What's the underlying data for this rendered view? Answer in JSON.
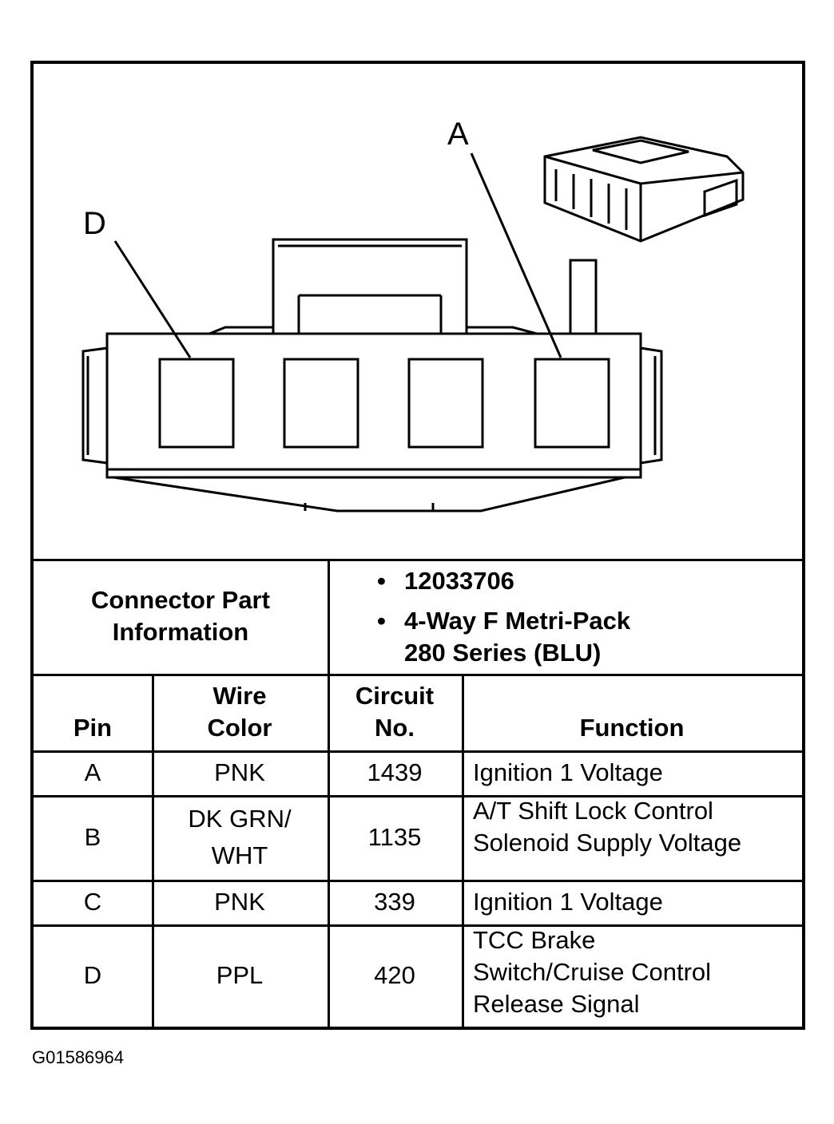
{
  "diagram": {
    "pin_labels": {
      "a": "A",
      "d": "D"
    }
  },
  "connector_info": {
    "label": "Connector Part Information",
    "label_line1": "Connector Part",
    "label_line2": "Information",
    "part_number": "12033706",
    "description_line1": "4-Way F Metri-Pack",
    "description_line2": "280 Series (BLU)"
  },
  "table": {
    "headers": {
      "pin": "Pin",
      "wire_color_line1": "Wire",
      "wire_color_line2": "Color",
      "circuit_line1": "Circuit",
      "circuit_line2": "No.",
      "function": "Function"
    },
    "rows": [
      {
        "pin": "A",
        "wire_color": [
          "PNK"
        ],
        "circuit": "1439",
        "function": [
          "Ignition 1 Voltage"
        ]
      },
      {
        "pin": "B",
        "wire_color": [
          "DK GRN/",
          "WHT"
        ],
        "circuit": "1135",
        "function": [
          "A/T Shift Lock Control",
          "Solenoid Supply Voltage"
        ]
      },
      {
        "pin": "C",
        "wire_color": [
          "PNK"
        ],
        "circuit": "339",
        "function": [
          "Ignition 1 Voltage"
        ]
      },
      {
        "pin": "D",
        "wire_color": [
          "PPL"
        ],
        "circuit": "420",
        "function": [
          "TCC Brake",
          "Switch/Cruise Control",
          "Release Signal"
        ]
      }
    ]
  },
  "figure_code": "G01586964"
}
